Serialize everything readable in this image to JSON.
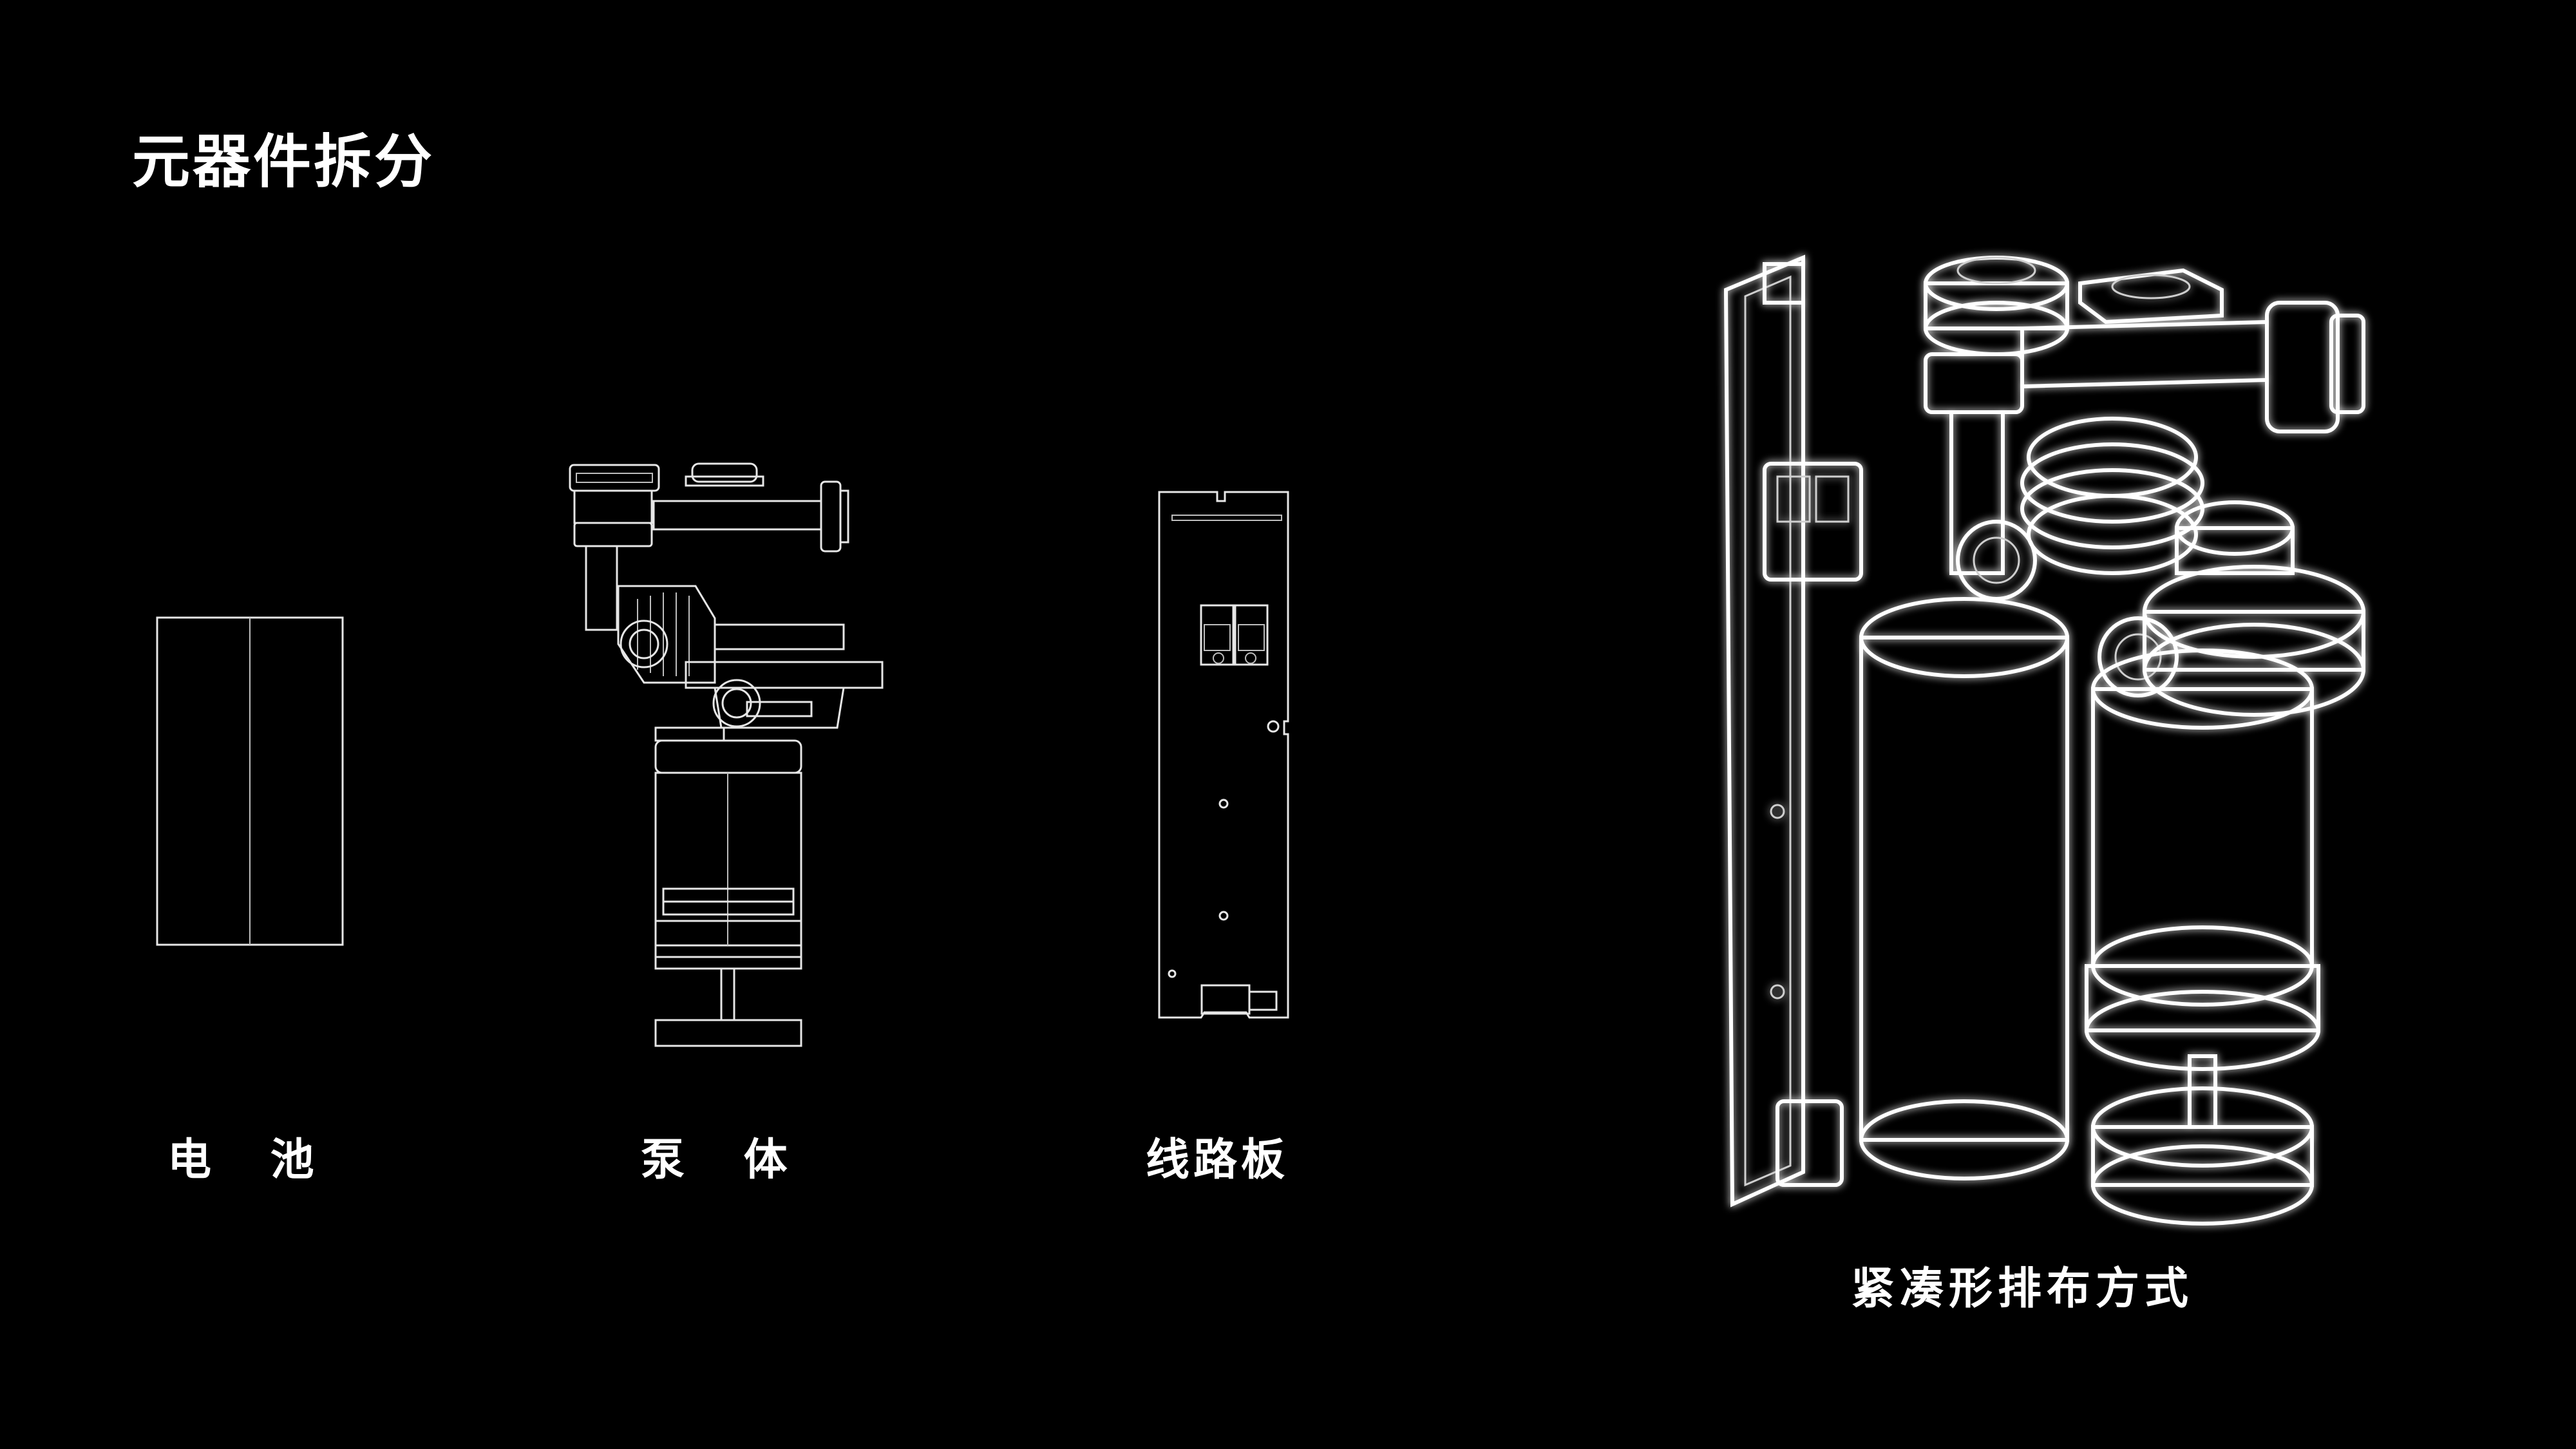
{
  "title": "元器件拆分",
  "components": {
    "battery": {
      "label": "电 池"
    },
    "pump": {
      "label": "泵 体"
    },
    "board": {
      "label": "线路板"
    }
  },
  "assembly": {
    "label": "紧凑形排布方式"
  },
  "colors": {
    "background": "#000000",
    "text": "#ffffff",
    "wireframe": "#e6e6e6"
  }
}
